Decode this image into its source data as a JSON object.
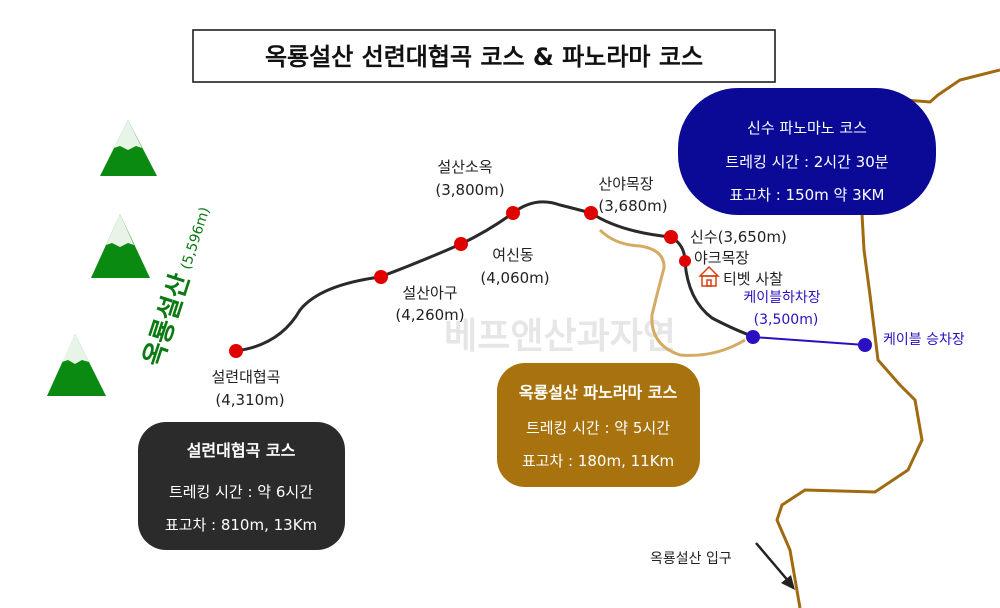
{
  "title": "옥룡설산 선련대협곡 코스 & 파노라마 코스",
  "mountain": {
    "name": "옥룡설산",
    "elevation": "(5,596m)"
  },
  "watermark": "베프앤산과자연",
  "waypoints": [
    {
      "name": "설련대협곡",
      "elevation": "(4,310m)"
    },
    {
      "name": "설산아구",
      "elevation": "(4,260m)"
    },
    {
      "name": "여신동",
      "elevation": "(4,060m)"
    },
    {
      "name": "설산소옥",
      "elevation": "(3,800m)"
    },
    {
      "name": "산야목장",
      "elevation": "(3,680m)"
    },
    {
      "name": "신수(3,650m)"
    },
    {
      "name": "야크목장"
    }
  ],
  "temple": "티벳 사찰",
  "cable_drop": {
    "name": "케이블하차장",
    "elevation": "(3,500m)"
  },
  "cable_board": "케이블 승차장",
  "entrance": "옥룡설산 입구",
  "courses": {
    "canyon": {
      "title": "설련대협곡 코스",
      "time": "트레킹 시간 : 약 6시간",
      "elevation": "표고차 : 810m, 13Km"
    },
    "panorama": {
      "title": "옥룡설산 파노라마 코스",
      "time": "트레킹 시간 : 약 5시간",
      "elevation": "표고차 : 180m, 11Km"
    },
    "sinsu": {
      "title": "신수 파노마노 코스",
      "time": "트레킹 시간 : 2시간 30분",
      "elevation": "표고차 : 150m 약 3KM"
    }
  },
  "colors": {
    "trail": "#2a2a2a",
    "waypoint": "#e00000",
    "panorama_trail": "#d4aa64",
    "river": "#a06a10",
    "cable": "#2a10c0",
    "mountain": "#0b8a12",
    "sinsu_box": "#0a0a96",
    "canyon_box": "#2b2b2b",
    "panorama_box": "#a8730e"
  }
}
